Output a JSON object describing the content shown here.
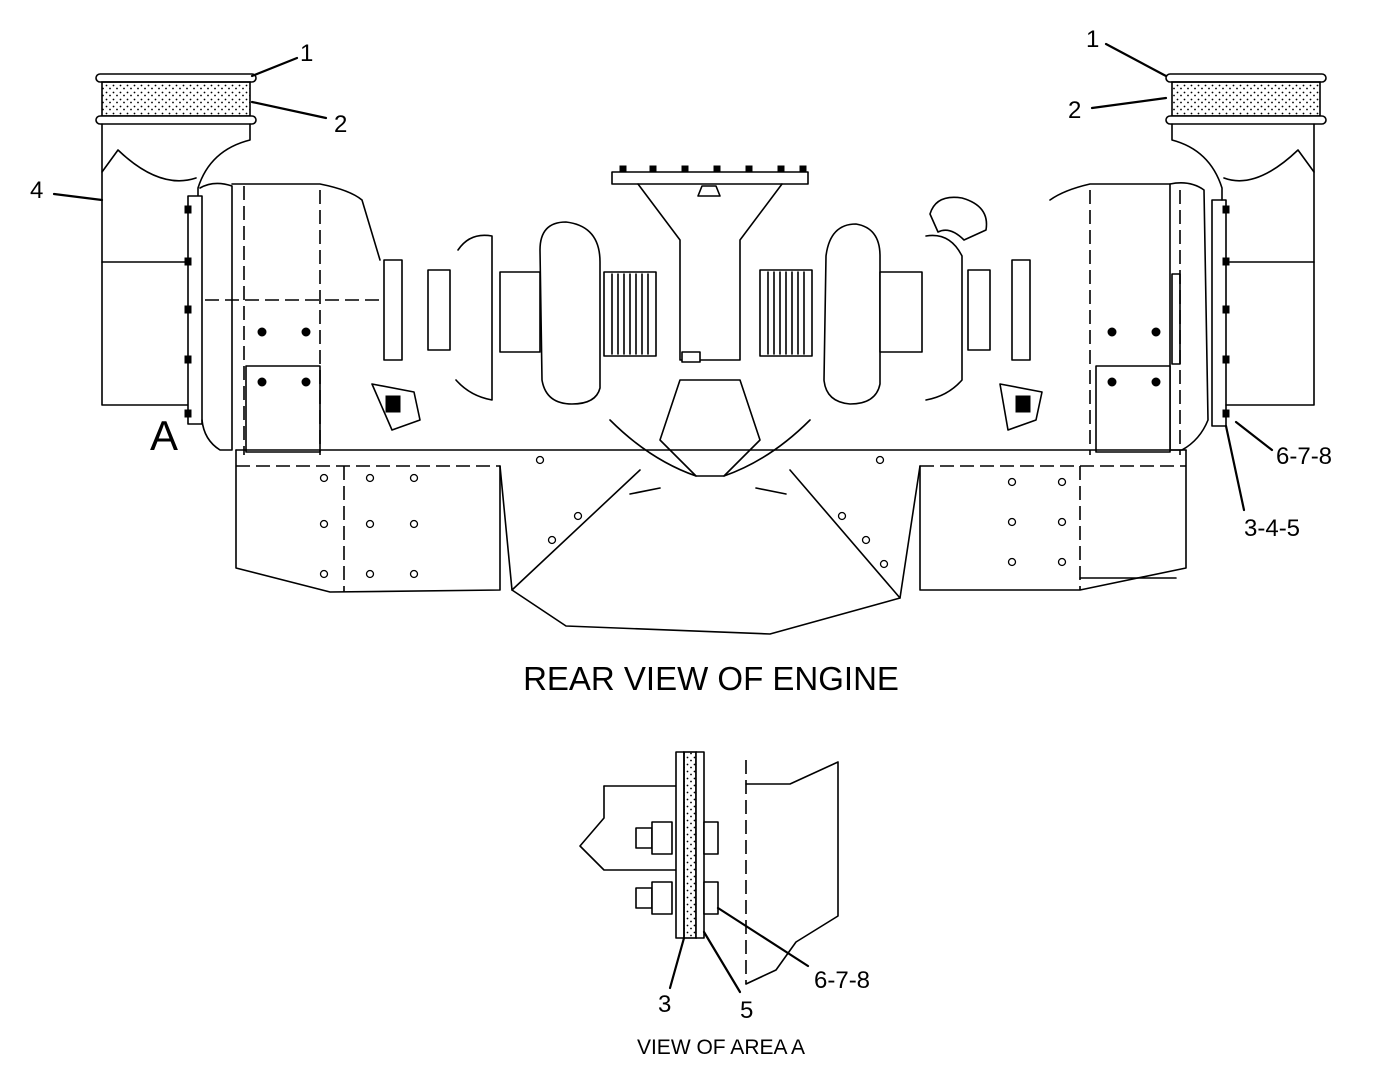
{
  "labels": {
    "left_item_1": "1",
    "left_item_2": "2",
    "left_item_4": "4",
    "right_item_1": "1",
    "right_item_2": "2",
    "right_item_678": "6-7-8",
    "right_item_345": "3-4-5",
    "area_marker": "A",
    "detail_item_3": "3",
    "detail_item_5": "5",
    "detail_item_678": "6-7-8"
  },
  "captions": {
    "main_view": "REAR VIEW OF ENGINE",
    "detail_view": "VIEW OF AREA  A"
  }
}
